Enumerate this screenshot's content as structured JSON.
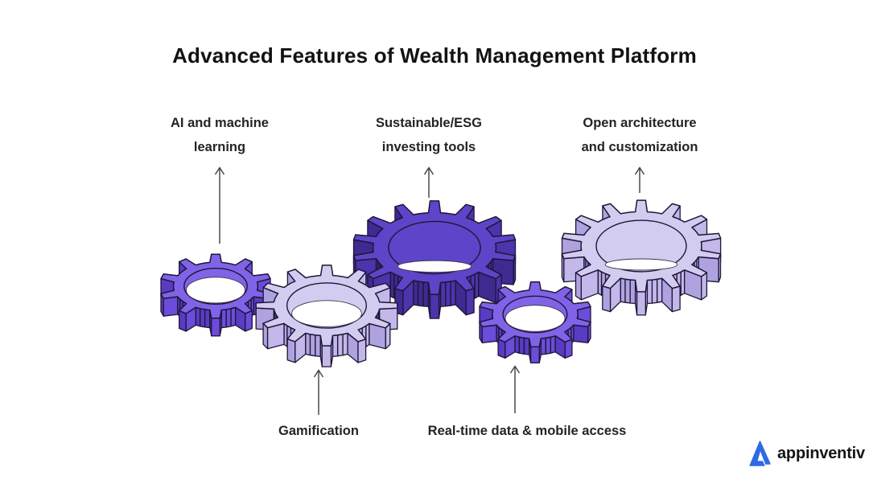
{
  "title": "Advanced Features of Wealth Management Platform",
  "labels": {
    "top": [
      {
        "line1": "AI and machine",
        "line2": "learning"
      },
      {
        "line1": "Sustainable/ESG",
        "line2": "investing tools"
      },
      {
        "line1": "Open architecture",
        "line2": "and customization"
      }
    ],
    "bottom": [
      {
        "line1": "Gamification"
      },
      {
        "line1": "Real-time data & mobile access"
      }
    ]
  },
  "gear_colors": {
    "medium": {
      "top": "#8163E8",
      "side": "#6C4CDA",
      "side_dark": "#5A3BC4"
    },
    "dark": {
      "top": "#5E44C8",
      "side": "#4C34AC",
      "side_dark": "#3F2A92"
    },
    "light": {
      "top": "#D3CCF1",
      "side": "#C2B8EA",
      "side_dark": "#AFA3DF"
    },
    "outline": "#1E1636",
    "hole_highlight": "#FFFFFF"
  },
  "arrow_color": "#3F3F3F",
  "text_color": "#222428",
  "background": "#FFFFFF",
  "logo": {
    "text": "appinventiv",
    "accent": "#2E6BE2"
  }
}
